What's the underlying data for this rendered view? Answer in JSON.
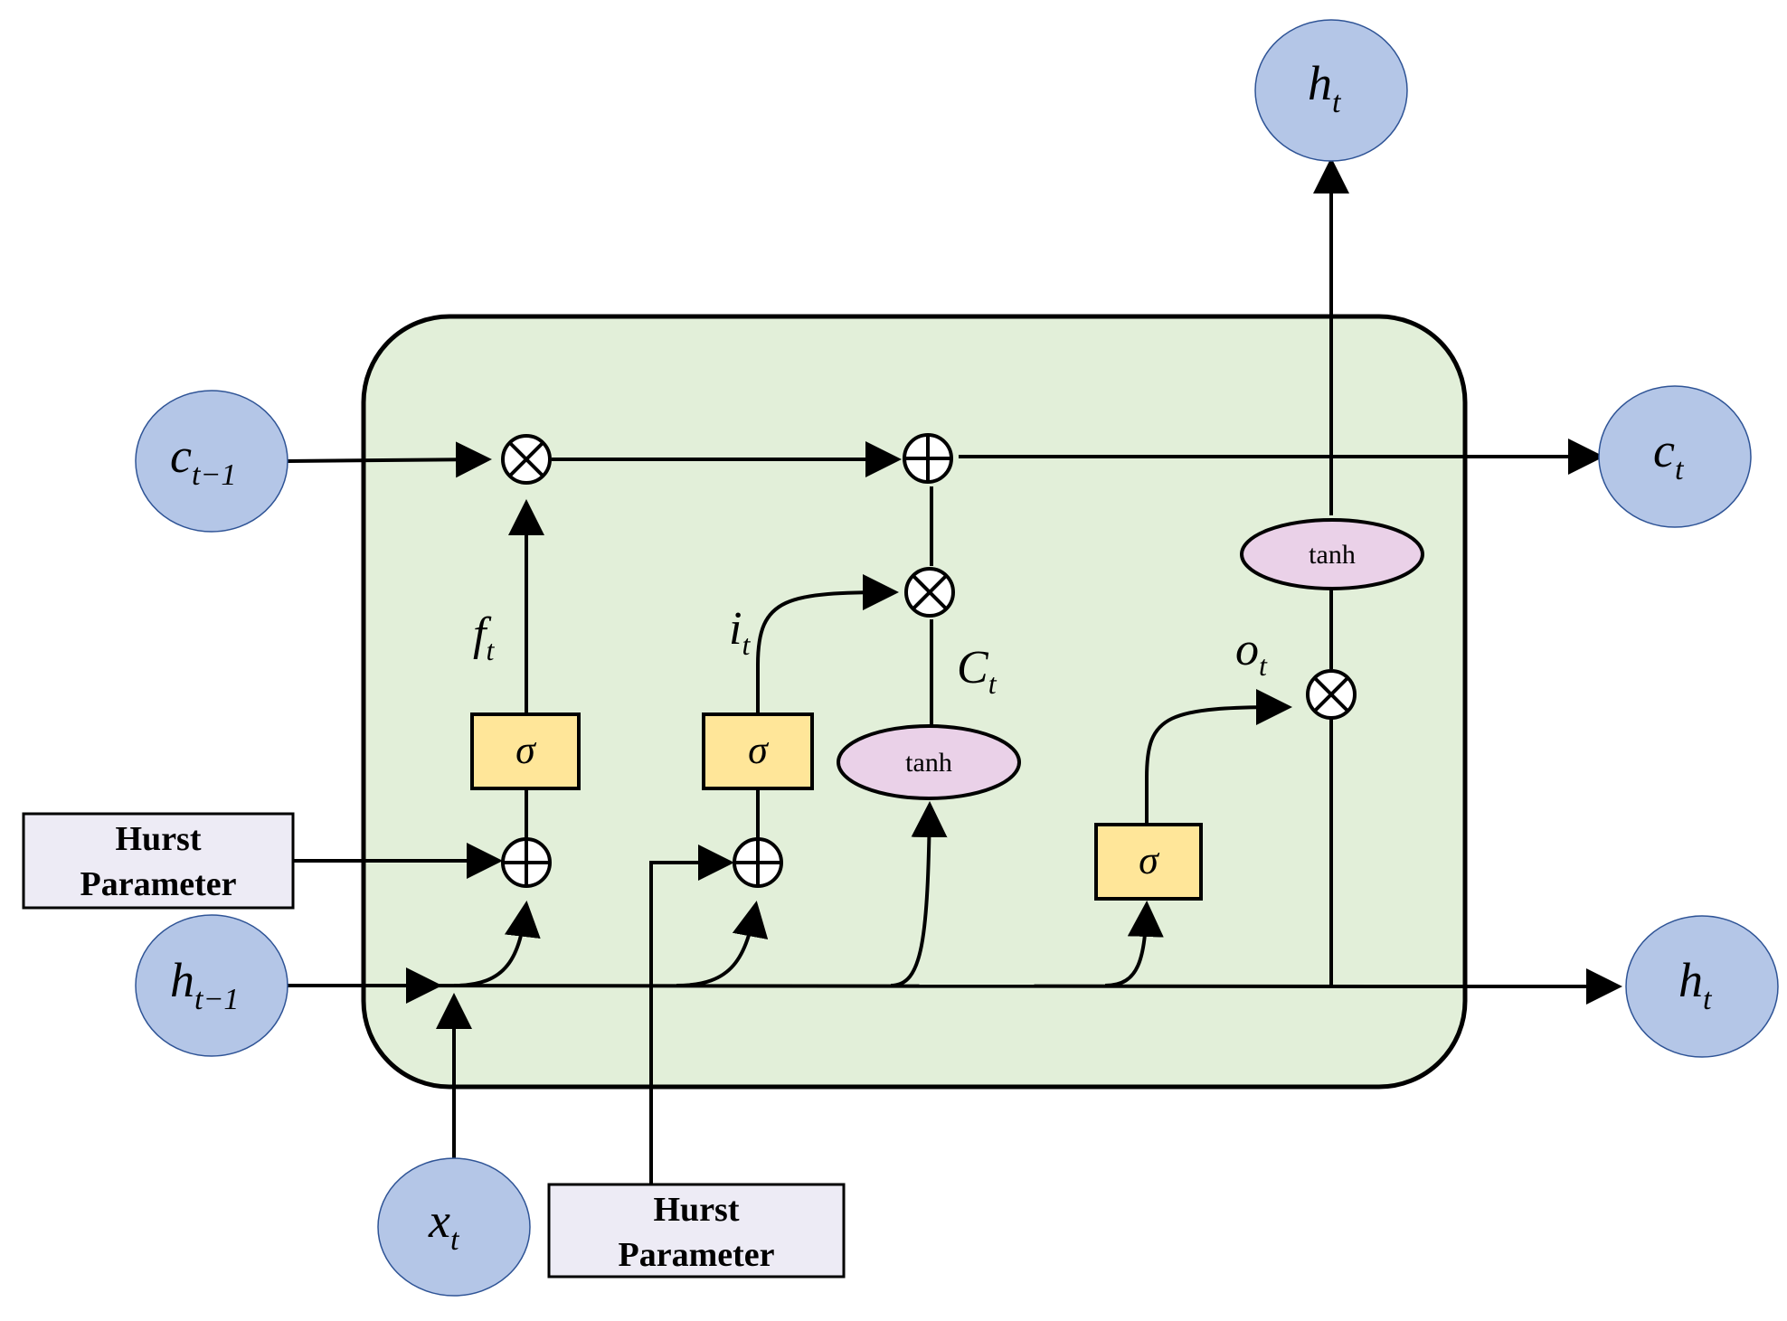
{
  "colors": {
    "cell_fill": "#e2efd9",
    "node_fill": "#b4c6e7",
    "gate_fill": "#ffe699",
    "tanh_fill": "#ead1e8",
    "hurst_fill": "#edebf5",
    "stroke": "#000000"
  },
  "nodes": {
    "c_prev": {
      "base": "c",
      "sub": "t−1"
    },
    "h_prev": {
      "base": "h",
      "sub": "t−1"
    },
    "x_t": {
      "base": "x",
      "sub": "t"
    },
    "h_top": {
      "base": "h",
      "sub": "t"
    },
    "c_out": {
      "base": "c",
      "sub": "t"
    },
    "h_out": {
      "base": "h",
      "sub": "t"
    }
  },
  "gates": {
    "forget_sigma": "σ",
    "input_sigma": "σ",
    "output_sigma": "σ"
  },
  "activations": {
    "candidate_tanh": "tanh",
    "output_tanh": "tanh"
  },
  "gate_labels": {
    "f": {
      "base": "f",
      "sub": "t"
    },
    "i": {
      "base": "i",
      "sub": "t"
    },
    "C": {
      "base": "C",
      "sub": "t"
    },
    "o": {
      "base": "o",
      "sub": "t"
    }
  },
  "hurst": {
    "left": {
      "line1": "Hurst",
      "line2": "Parameter"
    },
    "bottom": {
      "line1": "Hurst",
      "line2": "Parameter"
    }
  },
  "operators": {
    "multiply_icon": "circle-times",
    "add_icon": "circle-plus"
  }
}
